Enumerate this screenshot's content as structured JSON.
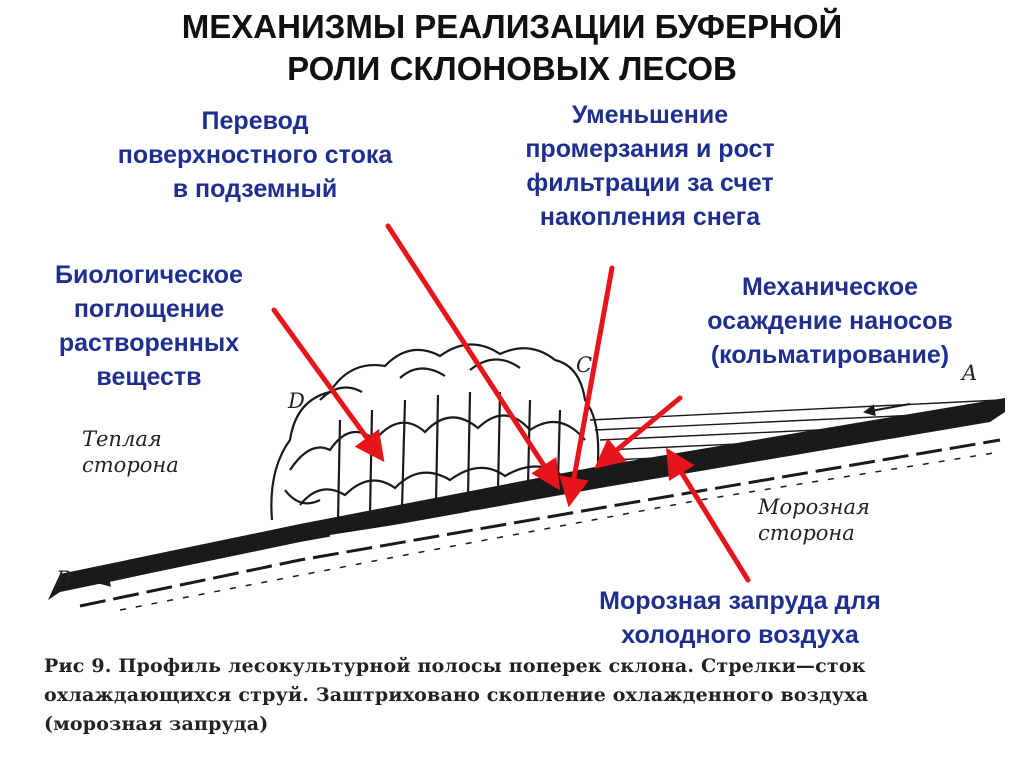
{
  "title": {
    "line1": "МЕХАНИЗМЫ РЕАЛИЗАЦИИ БУФЕРНОЙ",
    "line2": "РОЛИ СКЛОНОВЫХ ЛЕСОВ"
  },
  "labels": {
    "transfer": [
      "Перевод",
      "поверхностного стока",
      "в подземный"
    ],
    "reduction": [
      "Уменьшение",
      "промерзания и рост",
      "фильтрации за счет",
      "накопления снега"
    ],
    "biological": [
      "Биологическое",
      "поглощение",
      "растворенных",
      "веществ"
    ],
    "mechanical": [
      "Механическое",
      "осаждение наносов",
      "(кольматирование)"
    ],
    "frost_dam": [
      "Морозная запруда для",
      "холодного воздуха"
    ]
  },
  "sketch": {
    "warm_side": [
      "Теплая",
      "сторона"
    ],
    "frost_side": [
      "Морозная",
      "сторона"
    ],
    "letter_d": "D",
    "letter_c": "C",
    "letter_b": "B",
    "letter_a": "A"
  },
  "caption": [
    "Рис 9. Профиль лесокультурной полосы поперек склона. Стрелки—сток",
    "охлаждающихся струй. Заштриховано скопление охлажденного воздуха",
    "(морозная запруда)"
  ],
  "colors": {
    "title": "#111111",
    "label": "#1f2f8f",
    "arrow": "#e8141c",
    "sketch": "#1a1a1a"
  }
}
